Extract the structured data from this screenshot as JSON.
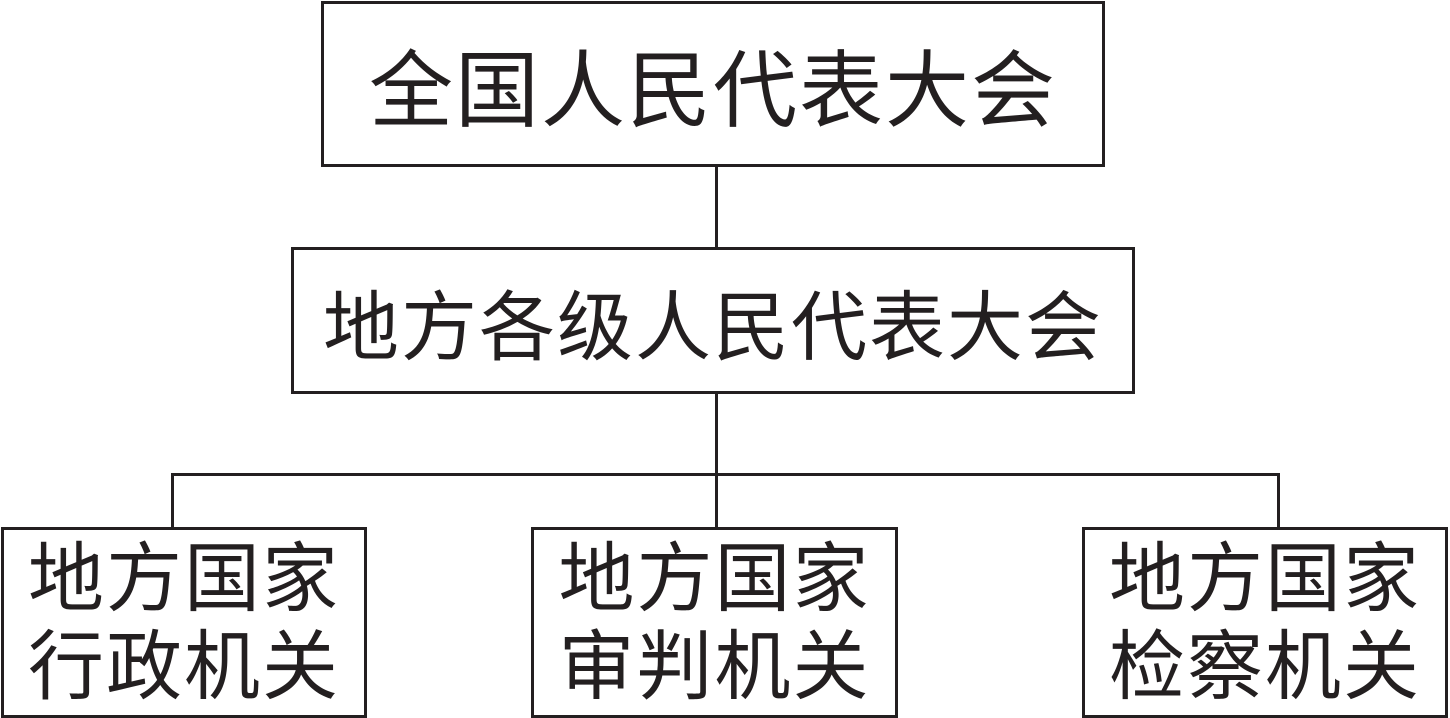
{
  "diagram": {
    "root": "全国人民代表大会",
    "middle": "地方各级人民代表大会",
    "children": [
      {
        "line1": "地方国家",
        "line2": "行政机关"
      },
      {
        "line1": "地方国家",
        "line2": "审判机关"
      },
      {
        "line1": "地方国家",
        "line2": "检察机关"
      }
    ]
  }
}
